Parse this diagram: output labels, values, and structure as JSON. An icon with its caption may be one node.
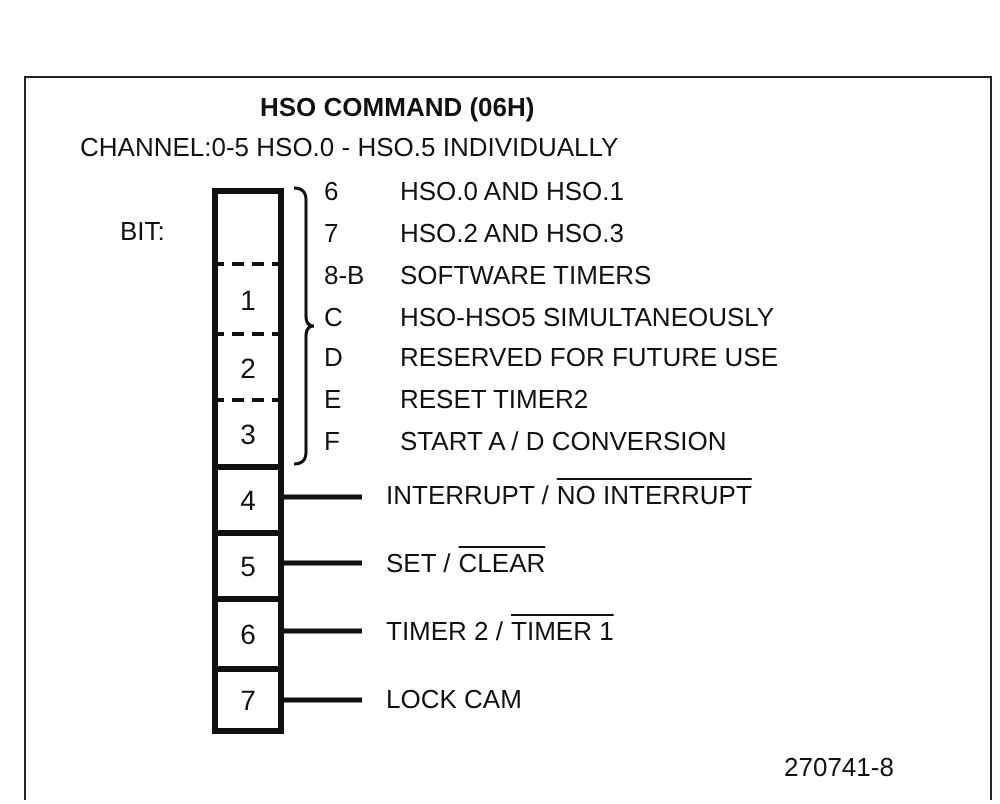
{
  "diagram": {
    "title": "HSO COMMAND (06H)",
    "nodes": [
      {
        "text": [],
        "shape": "box"
      },
      {
        "text": [
          "1"
        ]
      },
      {
        "text": [
          "2"
        ]
      },
      {
        "text": [
          "3"
        ]
      },
      {
        "text": [
          "4"
        ]
      },
      {
        "text": [
          "5"
        ]
      },
      {
        "text": [
          "6"
        ]
      },
      {
        "text": [
          "7"
        ]
      },
      {
        "text": [
          "INTERRUPT /",
          "NO INTERRUPT"
        ]
      },
      {
        "text": [
          "SET /",
          "CLEAR"
        ]
      },
      {
        "text": [
          "TIMER 2 /",
          "TIMER 1"
        ]
      },
      {
        "text": [
          "LOCK CAM"
        ]
      }
    ],
    "edges": [
      {
        "from": 4,
        "to": 8,
        "arrow": "none"
      },
      {
        "from": 5,
        "to": 9,
        "arrow": "none"
      },
      {
        "from": 6,
        "to": 10,
        "arrow": "none"
      },
      {
        "from": 7,
        "to": 11,
        "arrow": "none"
      }
    ],
    "labels": [
      "CHANNEL:0-5 HSO.0 - HSO.5 INDIVIDUALLY",
      "6",
      "HSO.0 AND HSO.1",
      "BIT:",
      "7",
      "HSO.2 AND HSO.3",
      "8-B",
      "SOFTWARE TIMERS",
      "C",
      "HSO-HSO5 SIMULTANEOUSLY",
      "D",
      "RESERVED FOR FUTURE USE",
      "E",
      "RESET TIMER2",
      "F",
      "START A / D CONVERSION",
      "270741-8"
    ]
  }
}
